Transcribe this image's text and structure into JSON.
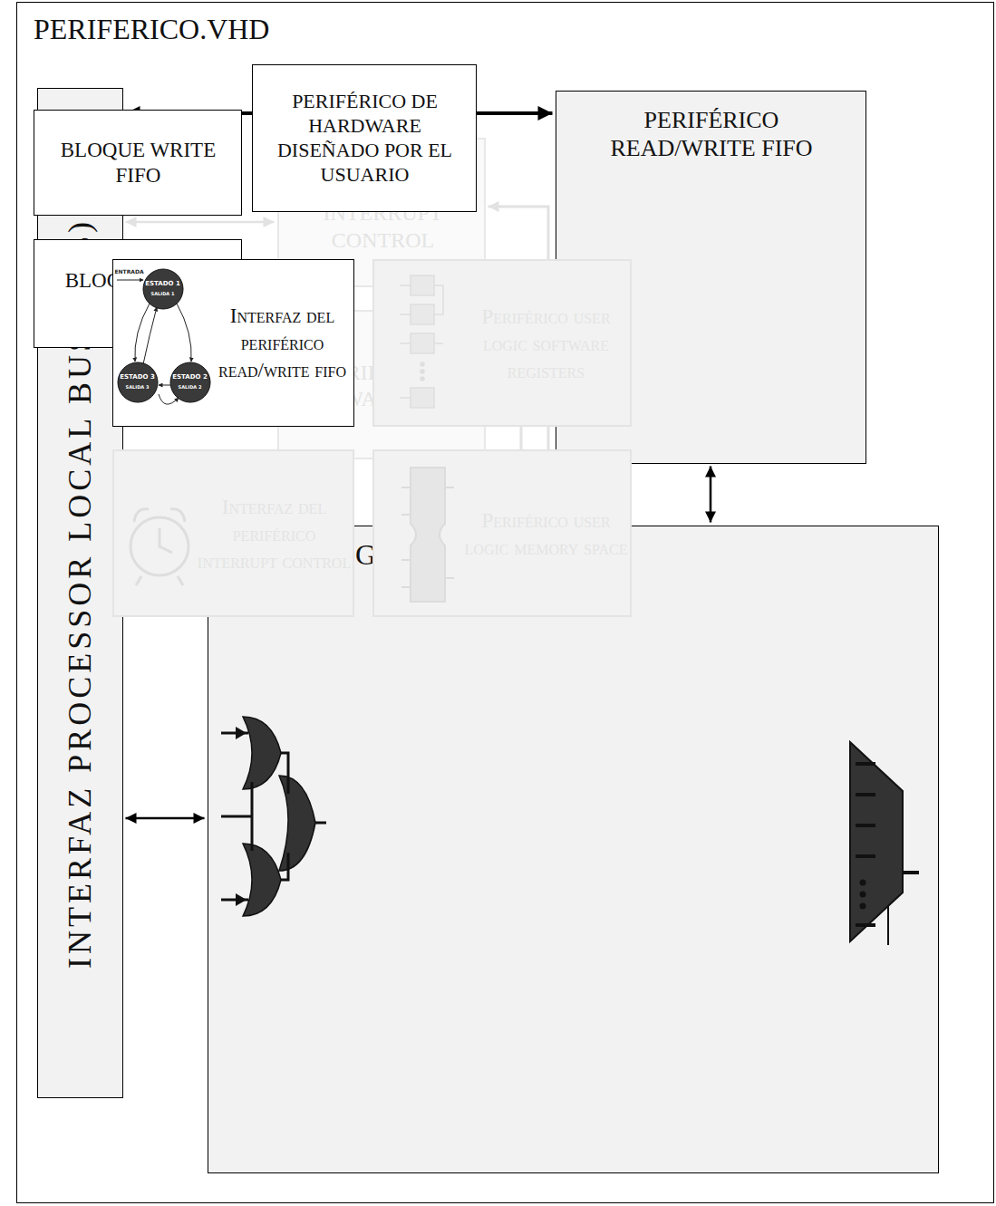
{
  "diagram": {
    "nodes": [
      {
        "text": [
          "PERIFERICO.VHD"
        ]
      },
      {
        "text": [
          "INTERFAZ PROCESSOR LOCAL BUS (PLB)"
        ],
        "in": 0
      },
      {
        "text": [
          "PERIFÉRICO INTERRUPT CONTROL"
        ],
        "in": 0
      },
      {
        "text": [
          "PERIFÉRICO SOFTWARE RESET"
        ],
        "in": 0
      },
      {
        "text": [
          "PERIFÉRICO READ/WRITE FIFO"
        ],
        "in": 0
      },
      {
        "text": [
          "BLOQUE WRITE FIFO"
        ],
        "in": 4
      },
      {
        "text": [
          "BLOQUE READ FIFO"
        ],
        "in": 4
      },
      {
        "text": [
          "USER_LOGIC.VHD"
        ],
        "in": 0
      },
      {
        "text": [
          "PERIFÉRICO DE HARDWARE DISEÑADO POR EL USUARIO"
        ],
        "in": 7
      },
      {
        "text": [
          "Interfaz del periférico read/write fifo"
        ],
        "in": 7
      },
      {
        "text": [
          "Periférico user logic software registers"
        ],
        "in": 7
      },
      {
        "text": [
          "Interfaz del periférico interrupt control"
        ],
        "in": 7
      },
      {
        "text": [
          "Periférico user logic memory space"
        ],
        "in": 7
      }
    ],
    "edges": [
      {
        "from": 1,
        "to": 4,
        "arrow": "both"
      },
      {
        "from": 1,
        "to": 2,
        "arrow": "both"
      },
      {
        "from": 1,
        "to": 3,
        "arrow": "both"
      },
      {
        "from": 4,
        "to": 7,
        "arrow": "both"
      },
      {
        "from": 1,
        "to": 7,
        "arrow": "both"
      },
      {
        "from": 2,
        "to": 7,
        "arrow": "both"
      },
      {
        "from": 3,
        "to": 7,
        "arrow": "both"
      }
    ],
    "labels": [
      "ENTRADA",
      "ESTADO 1",
      "SALIDA 1",
      "ESTADO 3",
      "SALIDA 3",
      "ESTADO 2",
      "SALIDA 2"
    ]
  }
}
